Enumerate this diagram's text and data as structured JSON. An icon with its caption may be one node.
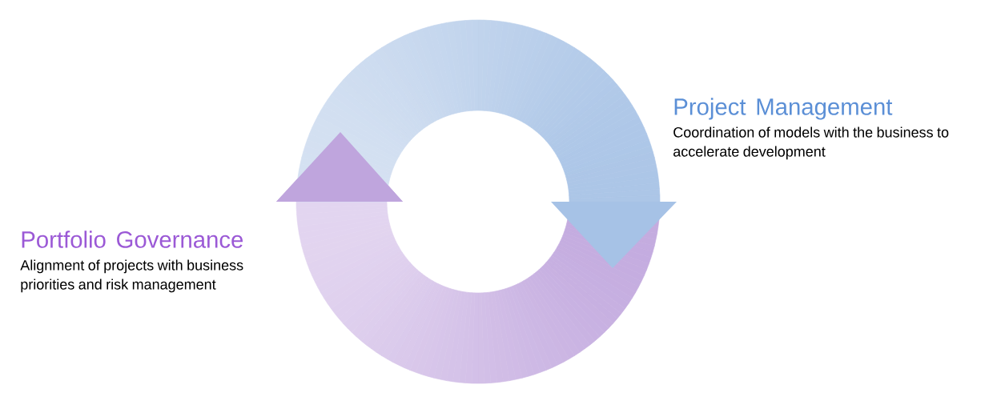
{
  "diagram": {
    "nodes": [
      {
        "text": [
          "Project Management",
          "Coordination of models with the business to accelerate development"
        ]
      },
      {
        "text": [
          "Portfolio Governance",
          "Alignment of projects with business priorities and risk management"
        ]
      }
    ]
  }
}
